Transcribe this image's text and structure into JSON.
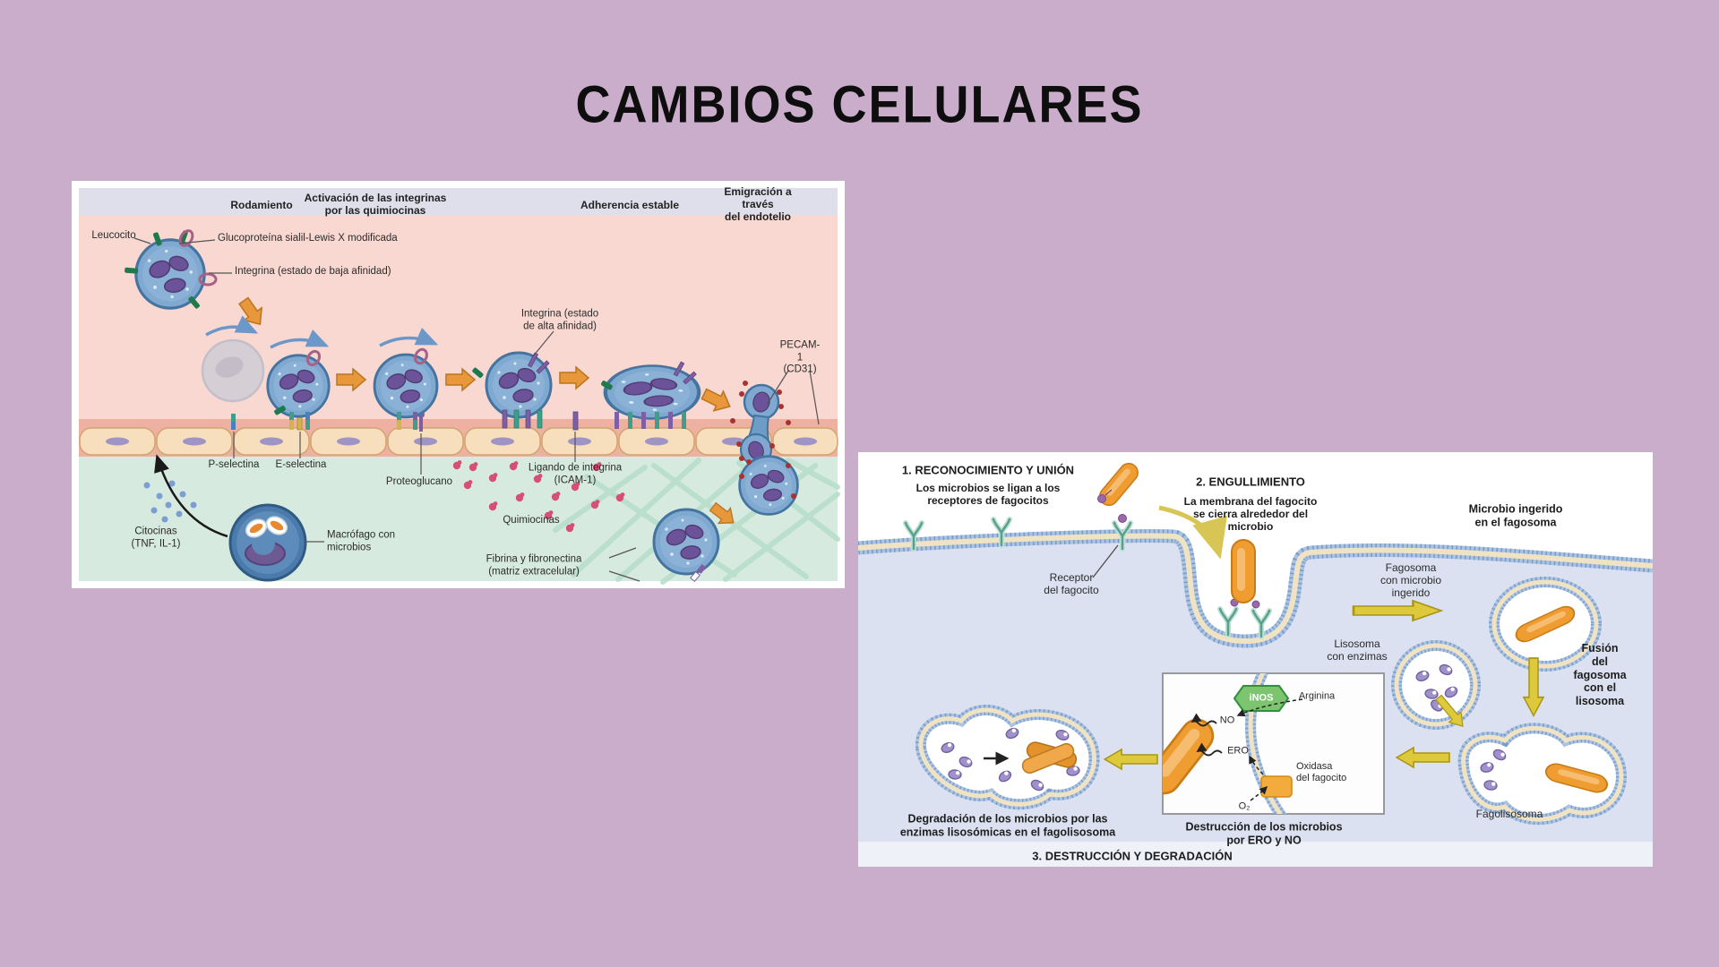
{
  "slide": {
    "title": "CAMBIOS CELULARES",
    "background": "#c9adca",
    "title_color": "#0e0e0e"
  },
  "adhesion_diagram": {
    "phases": [
      "Rodamiento",
      "Activación de las integrinas\npor las quimiocinas",
      "Adherencia estable",
      "Emigración a través\ndel endotelio"
    ],
    "labels": {
      "leucocito": "Leucocito",
      "glucoproteina": "Glucoproteína sialil-Lewis X modificada",
      "integrina_baja": "Integrina (estado de baja afinidad)",
      "integrina_alta": "Integrina (estado\nde alta afinidad)",
      "pecam": "PECAM-1\n(CD31)",
      "p_selectina": "P-selectina",
      "e_selectina": "E-selectina",
      "proteoglucano": "Proteoglucano",
      "ligando": "Ligando de integrina\n(ICAM-1)",
      "quimiocinas": "Quimiocinas",
      "citocinas": "Citocinas\n(TNF, IL-1)",
      "macrofago": "Macrófago con\nmicrobios",
      "fibrina": "Fibrina y fibronectina\n(matriz extracelular)"
    },
    "colors": {
      "pink_zone": "#f9d8d1",
      "header_band": "#dfdfec",
      "green_zone": "#d7eadf",
      "endothelium": "#f7debc",
      "orange_arrow": "#e9973b",
      "chemokine": "#d64f74"
    }
  },
  "phagocytosis_diagram": {
    "steps": {
      "step1_title": "1. RECONOCIMIENTO Y UNIÓN",
      "step1_desc": "Los microbios se ligan a los\nreceptores de fagocitos",
      "step2_title": "2. ENGULLIMIENTO",
      "step2_desc": "La membrana del fagocito\nse cierra alrededor del\nmicrobio",
      "step3_title": "3. DESTRUCCIÓN Y DEGRADACIÓN"
    },
    "labels": {
      "microbio_ingerido": "Microbio ingerido\nen el fagosoma",
      "receptor_fagocito": "Receptor\ndel fagocito",
      "fagosoma": "Fagosoma\ncon microbio\ningerido",
      "lisosoma": "Lisosoma\ncon enzimas",
      "fusion": "Fusión\ndel fagosoma\ncon el lisosoma",
      "fagolisosoma": "Fagolisosoma",
      "inos": "iNOS",
      "arginina": "Arginina",
      "no": "NO",
      "ero": "ERO",
      "o2": "O₂",
      "oxidasa": "Oxidasa\ndel fagocito",
      "destruccion_caption": "Destrucción de los microbios\npor ERO y NO",
      "degradacion_caption": "Degradación de los microbios por las\nenzimas lisosómicas en el fagolisosoma"
    },
    "colors": {
      "cytoplasm": "#dbe1f0",
      "membrane": "#7a9ccb",
      "microbe_orange": "#ef9c30",
      "yellow_arrow": "#ddc93a",
      "inos_green": "#7cc46e"
    }
  }
}
